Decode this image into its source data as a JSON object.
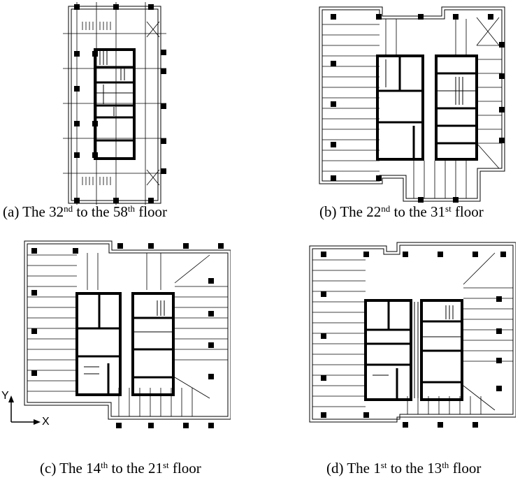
{
  "panels": [
    {
      "id": "a",
      "prefix": "(a) The 32",
      "sup1": "nd",
      "mid": " to the 58",
      "sup2": "th",
      "suffix": " floor"
    },
    {
      "id": "b",
      "prefix": "(b) The 22",
      "sup1": "nd",
      "mid": " to the 31",
      "sup2": "st",
      "suffix": " floor"
    },
    {
      "id": "c",
      "prefix": "(c) The 14",
      "sup1": "th",
      "mid": " to the 21",
      "sup2": "st",
      "suffix": " floor"
    },
    {
      "id": "d",
      "prefix": "(d) The 1",
      "sup1": "st",
      "mid": " to the 13",
      "sup2": "th",
      "suffix": " floor"
    }
  ],
  "axes": {
    "y_label": "Y",
    "x_label": "X"
  },
  "colors": {
    "line": "#000000",
    "background": "#ffffff"
  }
}
